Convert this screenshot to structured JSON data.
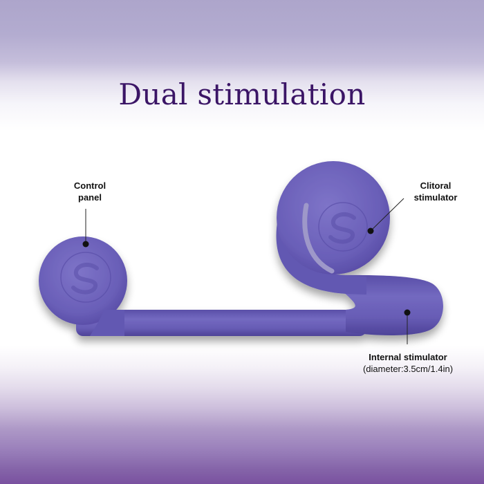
{
  "title": "Dual stimulation",
  "labels": {
    "control_panel": {
      "line1": "Control",
      "line2": "panel"
    },
    "clitoral": {
      "line1": "Clitoral",
      "line2": "stimulator"
    },
    "internal": {
      "line1": "Internal stimulator",
      "line2": "(diameter:3.5cm/1.4in)"
    }
  },
  "colors": {
    "title": "#3b1566",
    "product": "#6a5fb8",
    "product_dark": "#4f449c",
    "product_light": "#7f75c8",
    "bg_top": "#ada5cb",
    "bg_bottom": "#7a51a0"
  },
  "icons": {
    "logo": "s-swirl-logo",
    "pointer": "dot-marker"
  }
}
